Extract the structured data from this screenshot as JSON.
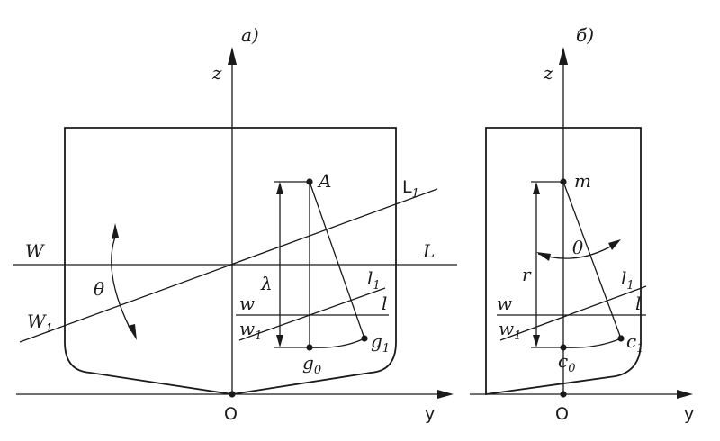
{
  "panel_a": {
    "caption": "а)",
    "axis_z": "z",
    "axis_y": "y",
    "origin": "O",
    "label_W": "W",
    "label_L": "L",
    "label_W1": "W",
    "label_W1_sub": "1",
    "label_L1": "L",
    "label_L1_sub": "1",
    "label_w": "w",
    "label_l": "l",
    "label_w1": "w",
    "label_w1_sub": "1",
    "label_l1": "l",
    "label_l1_sub": "1",
    "label_A": "A",
    "label_g0": "g",
    "label_g0_sub": "0",
    "label_g1": "g",
    "label_g1_sub": "1",
    "label_lambda": "λ",
    "label_theta": "θ"
  },
  "panel_b": {
    "caption": "б)",
    "axis_z": "z",
    "axis_y": "y",
    "origin": "O",
    "label_m": "m",
    "label_r": "r",
    "label_theta": "θ",
    "label_w": "w",
    "label_l": "l",
    "label_w1": "w",
    "label_w1_sub": "1",
    "label_l1": "l",
    "label_l1_sub": "1",
    "label_c0": "c",
    "label_c0_sub": "0",
    "label_c1": "c",
    "label_c1_sub": "1"
  }
}
